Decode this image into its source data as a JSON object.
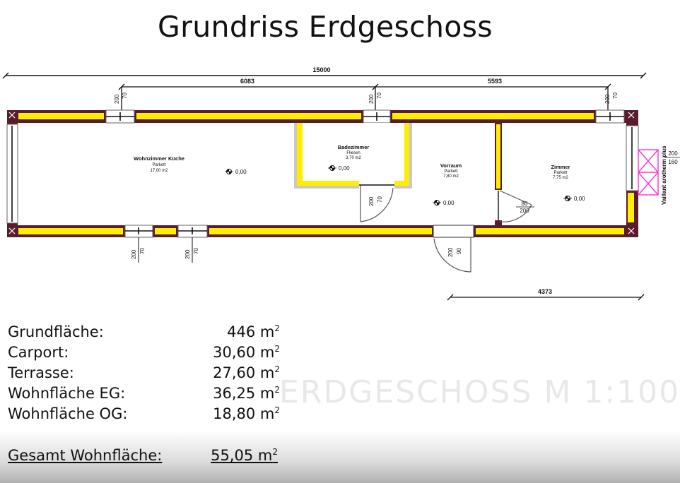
{
  "title": "Grundriss Erdgeschoss",
  "watermark": "ERDGESCHOSS M 1:100",
  "dimensions": {
    "total_width": "15000",
    "left_span": "6083",
    "right_span": "5593",
    "bottom_right_span": "4373",
    "opening_height": "200",
    "opening_width": "70",
    "door_height": "200",
    "door_width_90": "90",
    "window_80": "80",
    "window_200": "200",
    "side_200": "200",
    "side_160": "160"
  },
  "rooms": {
    "wohnzimmer": {
      "name": "Wohnzimmer Küche",
      "floor": "Parkett",
      "area": "17,00 m2",
      "level": "0,00"
    },
    "badezimmer": {
      "name": "Badezimmer",
      "floor": "Fliesen",
      "area": "3,70 m2",
      "level": "0,00"
    },
    "vorraum": {
      "name": "Vorraum",
      "floor": "Parkett",
      "area": "7,80 m2",
      "level": "0,00"
    },
    "zimmer": {
      "name": "Zimmer",
      "floor": "Parkett",
      "area": "7,75 m2",
      "level": "0,00"
    }
  },
  "equipment_label": "Vaillant arotherm plus",
  "stats": [
    {
      "label": "Grundfläche:",
      "value": "446 m",
      "unit_sup": "2"
    },
    {
      "label": "Carport:",
      "value": "30,60 m",
      "unit_sup": "2"
    },
    {
      "label": "Terrasse:",
      "value": "27,60 m",
      "unit_sup": "2"
    },
    {
      "label": "Wohnfläche EG:",
      "value": "36,25 m",
      "unit_sup": "2"
    },
    {
      "label": "Wohnfläche OG:",
      "value": "18,80 m",
      "unit_sup": "2"
    }
  ],
  "total": {
    "label": "Gesamt Wohnfläche:",
    "value": "55,05 m",
    "unit_sup": "2"
  }
}
